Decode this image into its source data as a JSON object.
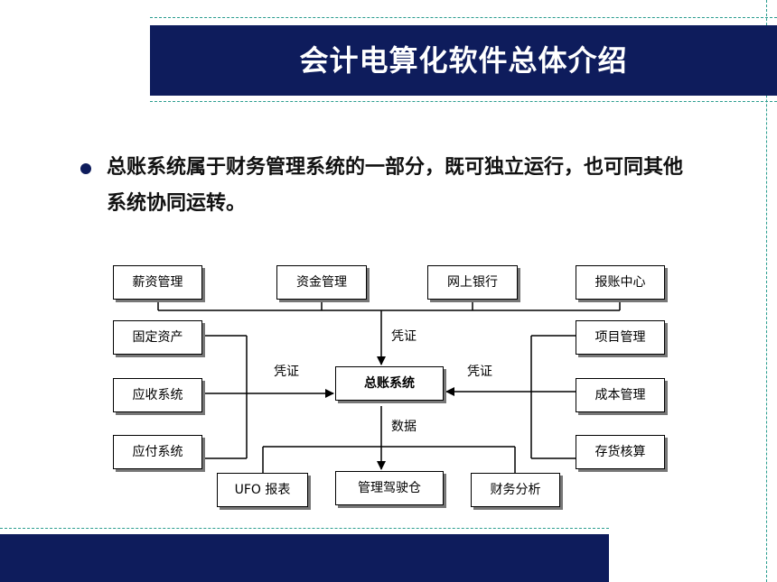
{
  "slide": {
    "title": "会计电算化软件总体介绍",
    "body": "总账系统属于财务管理系统的一部分，既可独立运行，也可同其他系统协同运转。"
  },
  "diagram": {
    "nodes": {
      "salary": "薪资管理",
      "funds": "资金管理",
      "online_bank": "网上银行",
      "reimburse": "报账中心",
      "fixed_assets": "固定资产",
      "receivable": "应收系统",
      "payable": "应付系统",
      "project": "项目管理",
      "cost": "成本管理",
      "inventory": "存货核算",
      "gl": "总账系统",
      "ufo": "UFO 报表",
      "cockpit": "管理驾驶仓",
      "finance_analysis": "财务分析"
    },
    "edge_labels": {
      "top": "凭证",
      "left": "凭证",
      "right": "凭证",
      "bottom": "数据"
    }
  }
}
